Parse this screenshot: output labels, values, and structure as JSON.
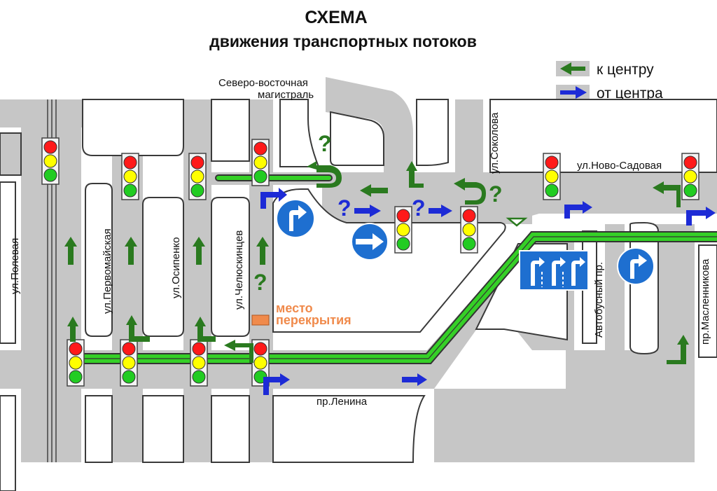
{
  "title": "СХЕМА",
  "subtitle": "движения транспортных потоков",
  "legend": [
    {
      "label": "к центру",
      "color": "#2a7a1f",
      "icon": "arrow-left-icon"
    },
    {
      "label": "от центра",
      "color": "#1d2bd6",
      "icon": "arrow-right-icon"
    }
  ],
  "streets": {
    "poleva": "ул.Полевая",
    "pervomaiskaya": "ул.Первомайская",
    "osipenko": "ул.Осипенко",
    "chelyuskintsev": "ул.Челюскинцев",
    "sokolova": "ул.Соколова",
    "novo_sadovaya": "ул.Ново-Садовая",
    "avtobusny": "Автобусный пр.",
    "maslennikova": "пр.Масленникова",
    "lenina": "пр.Ленина",
    "magistral_1": "Северо-восточная",
    "magistral_2": "магистраль"
  },
  "closure": {
    "line1": "место",
    "line2": "перекрытия",
    "color": "#f08a4b"
  },
  "question_mark": "?",
  "colors": {
    "road": "#c6c6c6",
    "road_edge": "#3a3a3a",
    "tram": "#35d027",
    "to_center": "#2a7a1f",
    "from_center": "#1d2bd6",
    "sign_blue": "#1e6fd0",
    "light_red": "#ff1a1a",
    "light_yellow": "#ffff00",
    "light_green": "#22cc22"
  }
}
